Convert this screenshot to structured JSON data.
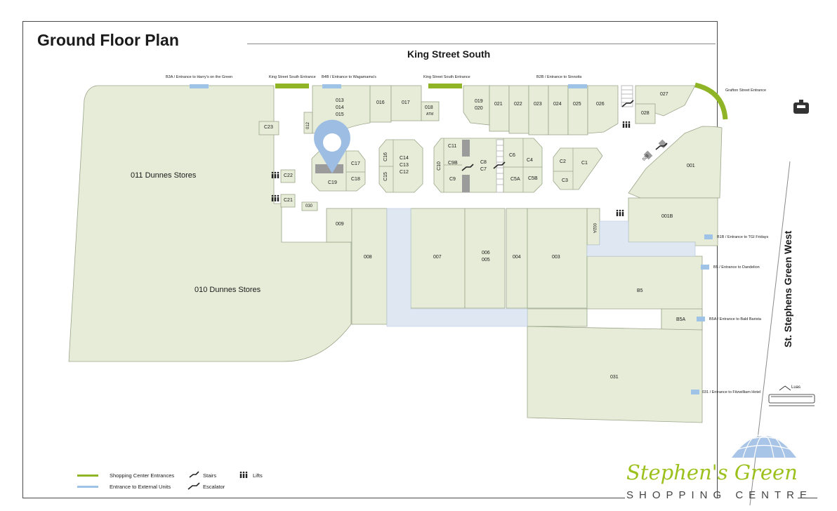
{
  "title": "Ground Floor Plan",
  "streets": {
    "north": "King Street South",
    "east": "St. Stephens Green West"
  },
  "entrances": [
    {
      "id": "b3a",
      "label": "B3A / Entrance to Harry's on the Green",
      "kind": "external"
    },
    {
      "id": "ks1",
      "label": "King Street South Entrance",
      "kind": "shopping-centre"
    },
    {
      "id": "b4b",
      "label": "B4B / Entrance to Wagamama's",
      "kind": "external"
    },
    {
      "id": "ks2",
      "label": "King Street South Entrance",
      "kind": "shopping-centre"
    },
    {
      "id": "b2b",
      "label": "B2B / Entrance to Sinnotts",
      "kind": "external"
    },
    {
      "id": "grafton",
      "label": "Grafton Street Entrance",
      "kind": "shopping-centre"
    },
    {
      "id": "b1b",
      "label": "B1B / Entrance to TGI Fridays",
      "kind": "external"
    },
    {
      "id": "b5",
      "label": "B5 / Entrance to Dandelion",
      "kind": "external"
    },
    {
      "id": "b5a",
      "label": "B5A / Entrance to Bald Barista",
      "kind": "external"
    },
    {
      "id": "u031",
      "label": "031 / Entrance to Fitzwilliam Hotel",
      "kind": "external"
    }
  ],
  "units": {
    "u011": "011 Dunnes Stores",
    "u010": "010 Dunnes Stores",
    "c23": "C23",
    "c22": "C22",
    "c21": "C21",
    "u030": "030",
    "u012": "012",
    "u013": "013",
    "u014": "014",
    "u015": "015",
    "u016": "016",
    "u017": "017",
    "u018": "018",
    "atm": "ATM",
    "u019": "019",
    "u020": "020",
    "u021": "021",
    "u022": "022",
    "u023": "023",
    "u024": "024",
    "u025": "025",
    "u026": "026",
    "u027": "027",
    "u028": "028",
    "u029": "029",
    "c17": "C17",
    "c18": "C18",
    "c19": "C19",
    "c16": "C16",
    "c15": "C15",
    "c14": "C14",
    "c13": "C13",
    "c12": "C12",
    "c11": "C11",
    "c10": "C10",
    "c9b": "C9B",
    "c9": "C9",
    "c8": "C8",
    "c7": "C7",
    "c6": "C6",
    "c5a": "C5A",
    "c4": "C4",
    "c5b": "C5B",
    "c2": "C2",
    "c1": "C1",
    "c3": "C3",
    "u001": "001",
    "u001b": "001B",
    "u002a": "002A",
    "u009": "009",
    "u008": "008",
    "u007": "007",
    "u006": "006",
    "u005": "005",
    "u004": "004",
    "u003": "003",
    "b5": "B5",
    "b5a": "B5A",
    "u031": "031"
  },
  "legend": {
    "shopping_entrances": "Shopping Center Entrances",
    "external_units": "Entrance to External Units",
    "stairs": "Stairs",
    "escalator": "Escalator",
    "lifts": "Lifts"
  },
  "luas": "Luas",
  "taxi": "TAXI",
  "logo": {
    "name": "Stephen's Green",
    "tagline": "SHOPPING CENTRE"
  },
  "colors": {
    "unit_fill": "#e6ecd7",
    "unit_stroke": "#9aa58a",
    "mall_floor": "#ffffff",
    "external_area": "#dfe7f3",
    "shopping_entrance": "#8fb526",
    "external_entrance": "#9ec3e6",
    "pin": "#9dbde3"
  }
}
